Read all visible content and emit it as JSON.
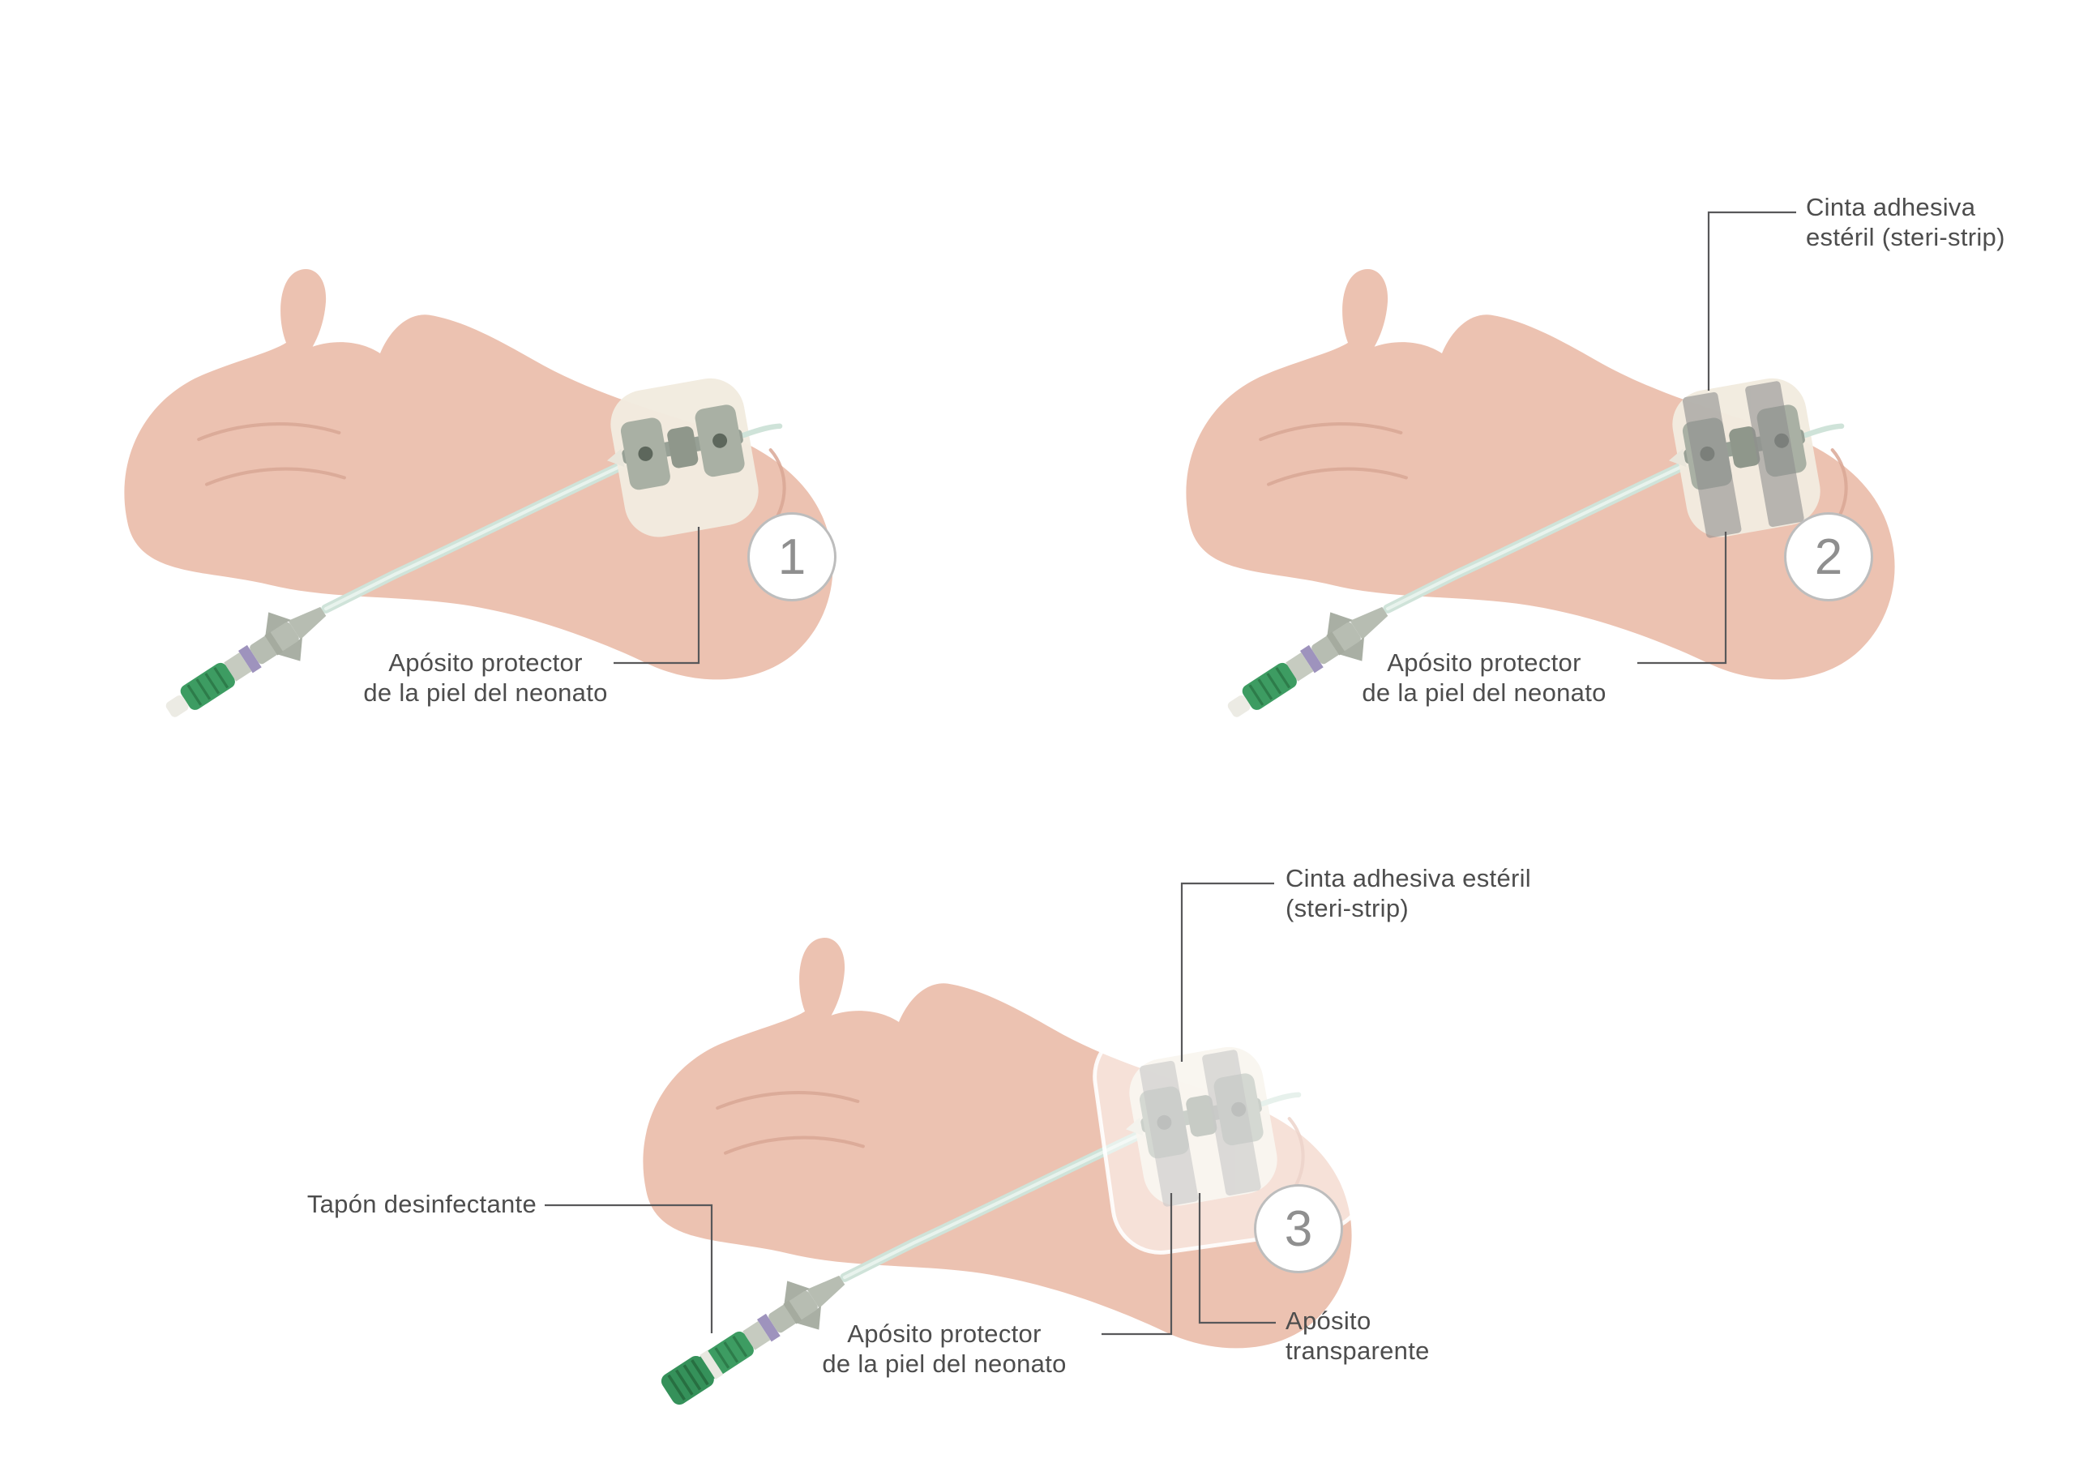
{
  "colors": {
    "background": "#ffffff",
    "skin": "#ecc2b1",
    "skin_crease": "#d9a795",
    "tube": "#cfe3d9",
    "hub_grey": "#b7bdb2",
    "cap_green": "#3d9c62",
    "cap_green_dark": "#35915a",
    "ring_purple": "#9e93bd",
    "dressing_cream": "#f2ebdf",
    "strip_grey": "#8f8f8f",
    "label_text": "#4d4d4d",
    "leader_line": "#58585a",
    "badge_border": "#bdbdbd",
    "badge_text": "#8f8f8f"
  },
  "panels": [
    {
      "number": "1",
      "labels": {
        "aposito_protector": "Apósito protector\nde la piel del neonato"
      }
    },
    {
      "number": "2",
      "labels": {
        "cinta_adhesiva": "Cinta adhesiva\nestéril (steri-strip)",
        "aposito_protector": "Apósito protector\nde la piel del neonato"
      }
    },
    {
      "number": "3",
      "labels": {
        "cinta_adhesiva": "Cinta adhesiva estéril\n(steri-strip)",
        "tapon_desinfectante": "Tapón desinfectante",
        "aposito_protector": "Apósito protector\nde la piel del neonato",
        "aposito_transparente": "Apósito\ntransparente"
      }
    }
  ]
}
